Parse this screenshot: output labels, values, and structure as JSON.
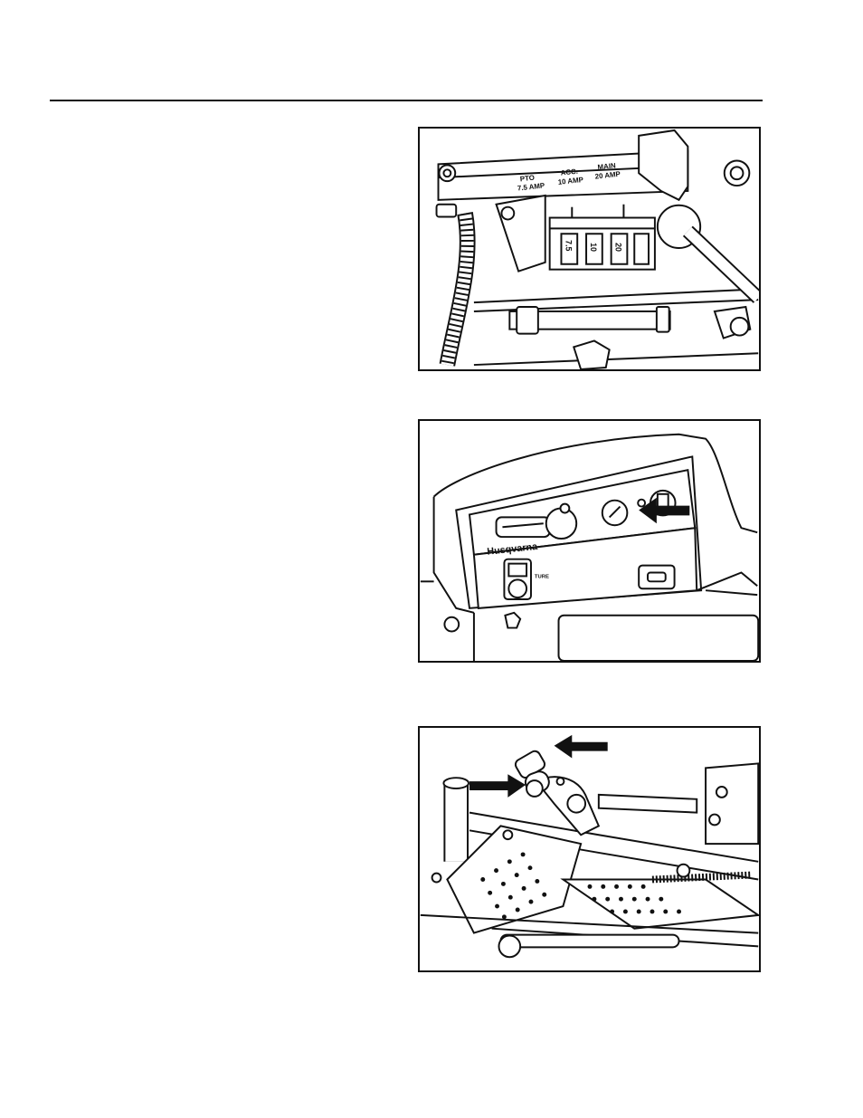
{
  "fuse_panel": {
    "pto_label": "PTO",
    "pto_amp": "7.5 AMP",
    "acc_label": "ACC.",
    "acc_amp": "10 AMP",
    "main_label": "MAIN",
    "main_amp": "20 AMP",
    "fuse_values": [
      "7.5",
      "10",
      "20"
    ]
  },
  "dash_panel": {
    "brand_text": "Husqvarna",
    "choke_label": "TURE"
  },
  "colors": {
    "line": "#111111",
    "background": "#ffffff",
    "arrow": "#111111"
  }
}
